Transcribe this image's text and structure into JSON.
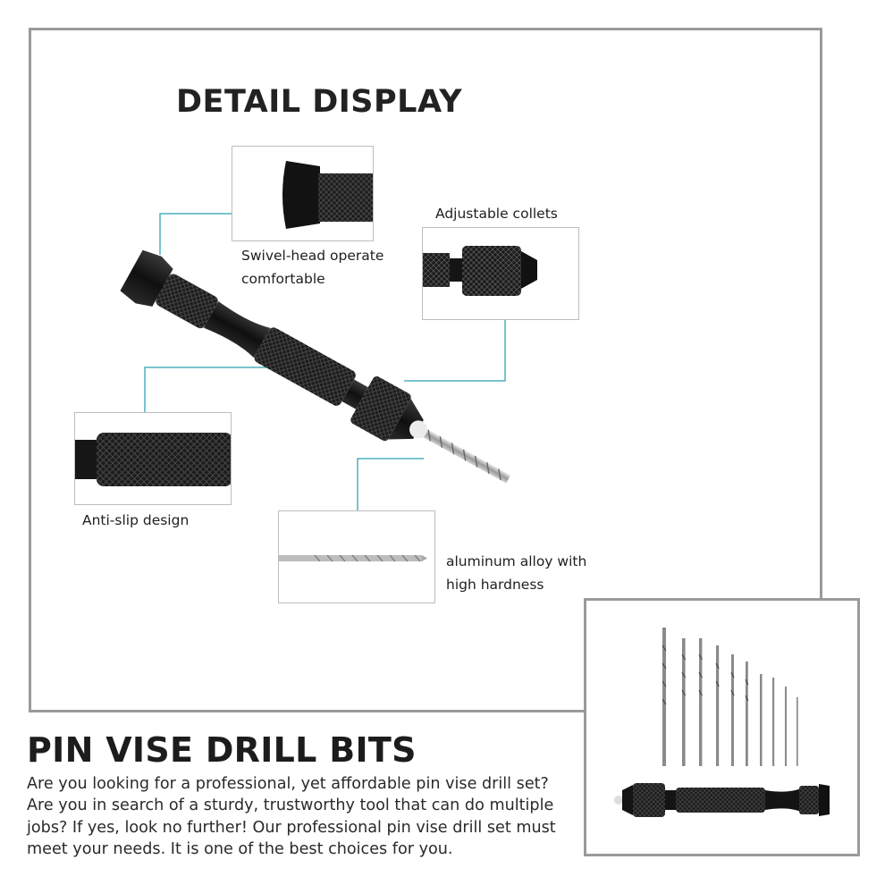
{
  "detail_section": {
    "title": "DETAIL DISPLAY",
    "callouts": [
      {
        "label": "Swivel-head operate comfortable"
      },
      {
        "label": "Adjustable collets"
      },
      {
        "label": "Anti-slip design"
      },
      {
        "label": "aluminum alloy with high hardness"
      }
    ]
  },
  "product": {
    "heading": "PIN VISE DRILL BITS",
    "description": "Are you looking for a professional, yet affordable pin vise drill set? Are you in search of a sturdy, trustworthy tool that can do multiple jobs? If yes, look no further! Our professional pin vise drill set must meet your needs. It is one of the best choices for you."
  },
  "colors": {
    "connector": "#4bb1bd",
    "frame": "#9a9a9a",
    "handle": "#141414"
  }
}
